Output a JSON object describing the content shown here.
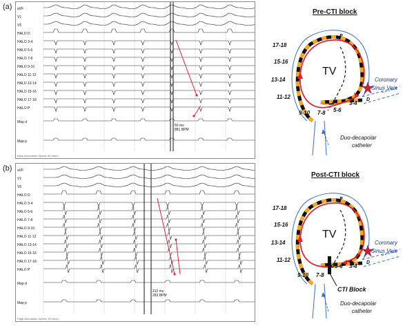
{
  "panels": {
    "a": {
      "tag": "(a)",
      "channels": [
        "aVF",
        "V1",
        "V5",
        "HALO D",
        "HALO 3-4",
        "HALO 5-6",
        "HALO 7-8",
        "HALO 9-10",
        "HALO 11-12",
        "HALO 13-14",
        "HALO 15-16",
        "HALO 17-18",
        "HALO P",
        "Map d",
        "Map p"
      ],
      "measure_ms": "50 ms",
      "measure_bpm": "881 BPM",
      "footer": "Base Annotation Speed: 50 mm/s",
      "diagram_title": "Pre-CTI block",
      "chamber": "TV",
      "pole_p": "P",
      "pole_d": "D",
      "pairs": [
        "17-18",
        "15-16",
        "13-14",
        "11-12",
        "9-10",
        "7-8",
        "5-6",
        "3-4"
      ],
      "cs_label": [
        "Coronary",
        "Sinus Vein"
      ],
      "catheter_label": [
        "Duo-decapolar",
        "catheter"
      ]
    },
    "b": {
      "tag": "(b)",
      "channels": [
        "aVF",
        "V1",
        "V5",
        "HALO D",
        "HALO 3-4",
        "HALO 5-6",
        "HALO 7-8",
        "HALO 9-10",
        "HALO 11-12",
        "HALO 13-14",
        "HALO 15-16",
        "HALO 17-18",
        "HALO P",
        "Map d",
        "Map p"
      ],
      "measure_ms": "212 ms",
      "measure_bpm": "283 BPM",
      "footer": "Page Annotation Speed: 50 mm/s",
      "diagram_title": "Post-CTI block",
      "chamber": "TV",
      "pole_p": "P",
      "pole_d": "D",
      "pairs": [
        "17-18",
        "15-16",
        "13-14",
        "11-12",
        "9-10",
        "7-8",
        "5-6",
        "3-4"
      ],
      "cs_label": [
        "Coronary",
        "Sinus Vein"
      ],
      "block_label": "CTI Block",
      "catheter_label": [
        "Duo-decapolar",
        "catheter"
      ]
    }
  },
  "colors": {
    "activation": "#e8222a",
    "catheter_black": "#111111",
    "electrode_orange": "#f5a623",
    "vessel_blue": "#2f6fc9",
    "star": "#d42020"
  }
}
